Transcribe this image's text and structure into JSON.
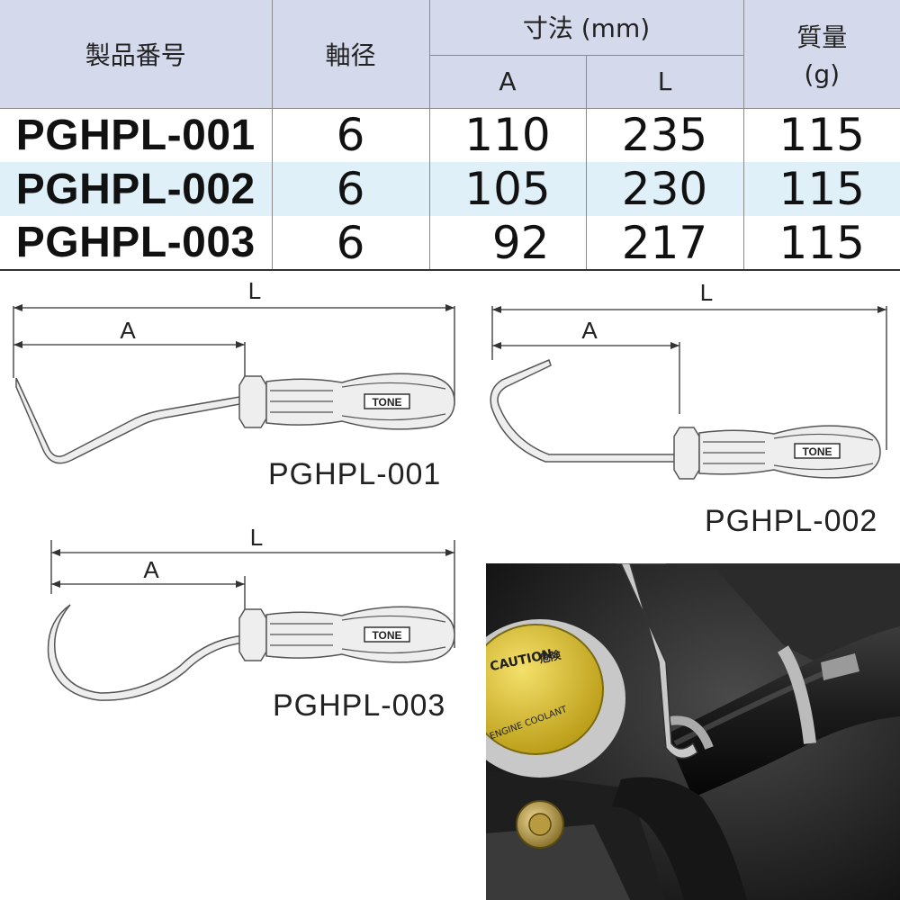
{
  "table": {
    "headers": {
      "model": "製品番号",
      "shaft": "軸径",
      "dimensions": "寸法 (mm)",
      "dim_a": "A",
      "dim_l": "L",
      "weight": "質量",
      "weight_unit": "(g)"
    },
    "rows": [
      {
        "model": "PGHPL-001",
        "shaft": "6",
        "a": "110",
        "l": "235",
        "weight": "115"
      },
      {
        "model": "PGHPL-002",
        "shaft": "6",
        "a": "105",
        "l": "230",
        "weight": "115"
      },
      {
        "model": "PGHPL-003",
        "shaft": "6",
        "a": "92",
        "l": "217",
        "weight": "115"
      }
    ]
  },
  "diagrams": [
    {
      "model": "PGHPL-001",
      "dim_l": "L",
      "dim_a": "A",
      "brand": "TONE"
    },
    {
      "model": "PGHPL-002",
      "dim_l": "L",
      "dim_a": "A",
      "brand": "TONE"
    },
    {
      "model": "PGHPL-003",
      "dim_l": "L",
      "dim_a": "A",
      "brand": "TONE"
    }
  ],
  "photo": {
    "cap_label": "危険",
    "cap_caution": "CAUTION",
    "cap_text": "ENGINE COOLANT"
  },
  "colors": {
    "header_bg": "#d4d9ec",
    "row_alt_bg": "#dff0f8",
    "tool_fill": "#eeeeee",
    "tool_stroke": "#555555",
    "cap_yellow": "#e8cc2a"
  }
}
